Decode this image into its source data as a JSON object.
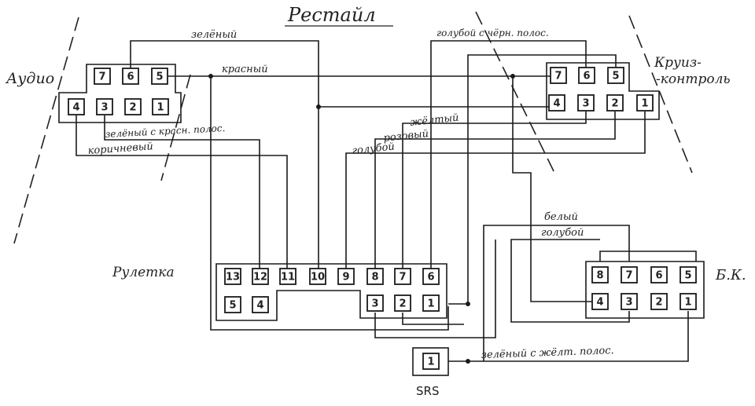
{
  "title": "Рестайл",
  "blocks": {
    "audio": {
      "label": "Аудио",
      "pins_top": [
        "7",
        "6",
        "5"
      ],
      "pins_bottom": [
        "4",
        "3",
        "2",
        "1"
      ]
    },
    "cruise": {
      "label_line1": "Круиз-",
      "label_line2": "-контроль",
      "pins_top": [
        "7",
        "6",
        "5"
      ],
      "pins_bottom": [
        "4",
        "3",
        "2",
        "1"
      ]
    },
    "ruletka": {
      "label": "Рулетка",
      "pins_top": [
        "13",
        "12",
        "11",
        "10",
        "9",
        "8",
        "7",
        "6"
      ],
      "pins_bottom_left": [
        "5",
        "4"
      ],
      "pins_bottom_right": [
        "3",
        "2",
        "1"
      ]
    },
    "bk": {
      "label": "Б.К.",
      "pins_top": [
        "8",
        "7",
        "6",
        "5"
      ],
      "pins_bottom": [
        "4",
        "3",
        "2",
        "1"
      ]
    },
    "srs": {
      "label": "SRS",
      "pin": "1"
    }
  },
  "wires": {
    "green": "зелёный",
    "red": "красный",
    "green_red": "зелёный с красн. полос.",
    "brown": "коричневый",
    "blue_black": "голубой с чёрн. полос.",
    "yellow": "жёлтый",
    "pink": "розовый",
    "blue": "голубой",
    "white": "белый",
    "blue2": "голубой",
    "green_yellow": "зелёный с жёлт. полос."
  }
}
